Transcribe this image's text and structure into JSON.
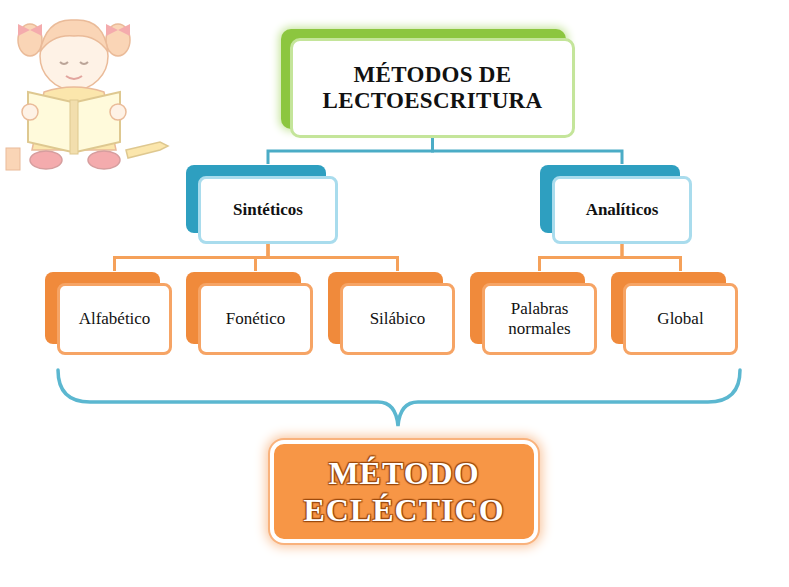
{
  "diagram": {
    "nodes": [
      {
        "text": [
          "MÉTODOS DE LECTOESCRITURA"
        ]
      },
      {
        "text": [
          "Sintéticos"
        ]
      },
      {
        "text": [
          "Analíticos"
        ]
      },
      {
        "text": [
          "Alfabético"
        ]
      },
      {
        "text": [
          "Fonético"
        ]
      },
      {
        "text": [
          "Silábico"
        ]
      },
      {
        "text": [
          "Palabras normales"
        ]
      },
      {
        "text": [
          "Global"
        ]
      },
      {
        "text": [
          "MÉTODO ECLÉCTICO"
        ]
      }
    ],
    "edges": [
      {
        "from": 0,
        "to": 1,
        "arrow": "none"
      },
      {
        "from": 0,
        "to": 2,
        "arrow": "none"
      },
      {
        "from": 1,
        "to": 3,
        "arrow": "none"
      },
      {
        "from": 1,
        "to": 4,
        "arrow": "none"
      },
      {
        "from": 1,
        "to": 5,
        "arrow": "none"
      },
      {
        "from": 2,
        "to": 6,
        "arrow": "none"
      },
      {
        "from": 2,
        "to": 7,
        "arrow": "none"
      }
    ]
  }
}
